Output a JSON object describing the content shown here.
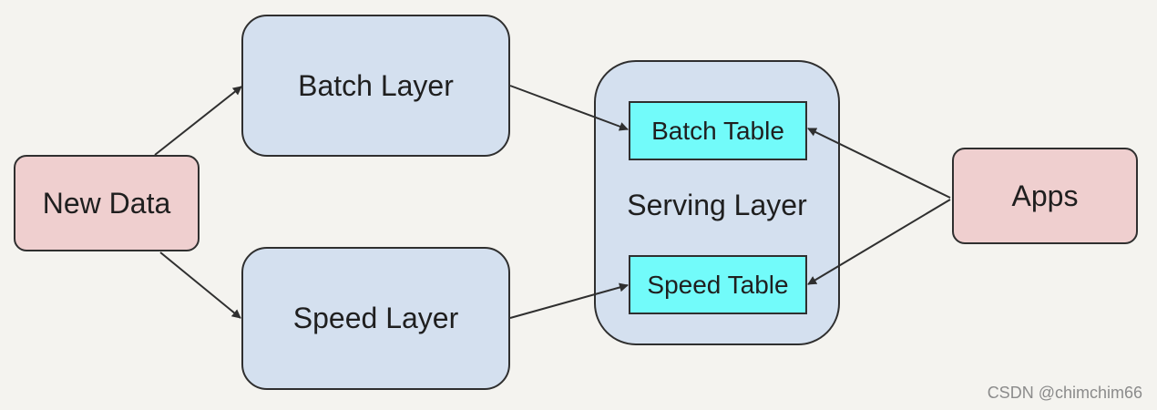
{
  "nodes": {
    "new_data": "New Data",
    "batch_layer": "Batch Layer",
    "speed_layer": "Speed Layer",
    "serving_layer": "Serving Layer",
    "batch_table": "Batch Table",
    "speed_table": "Speed Table",
    "apps": "Apps"
  },
  "watermark": "CSDN @chimchim66",
  "colors": {
    "background": "#f4f3ef",
    "pink_box": "#efcfcf",
    "blue_box": "#d4e0ef",
    "table_box": "#72fbfa",
    "border": "#2f2f2f"
  }
}
